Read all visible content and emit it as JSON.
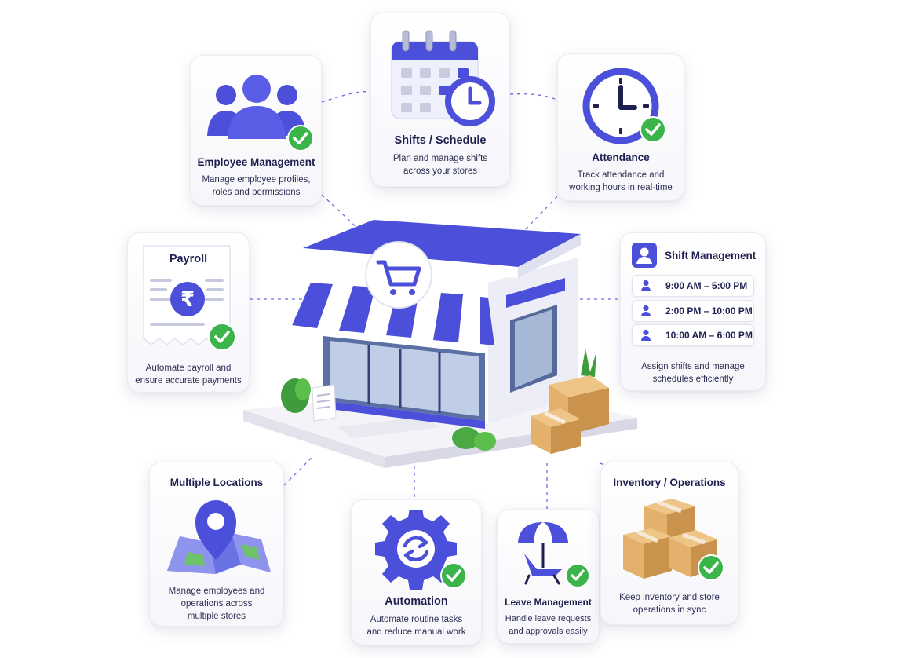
{
  "cards": {
    "employee": {
      "title": "Employee Management",
      "desc1": "Manage employee profiles,",
      "desc2": "roles and permissions"
    },
    "shifts": {
      "title": "Shifts / Schedule",
      "desc1": "Plan and manage shifts",
      "desc2": "across your stores"
    },
    "attendance": {
      "title": "Attendance",
      "desc1": "Track attendance and",
      "desc2": "working hours in real-time"
    },
    "payroll": {
      "title": "Payroll",
      "desc1": "Automate payroll and",
      "desc2": "ensure accurate payments"
    },
    "shift_mgmt": {
      "title": "Shift Management",
      "rows": [
        "9:00 AM – 5:00 PM",
        "2:00 PM – 10:00 PM",
        "10:00 AM – 6:00 PM"
      ],
      "desc1": "Assign shifts and manage",
      "desc2": "schedules efficiently"
    },
    "locations": {
      "title": "Multiple Locations",
      "desc1": "Manage employees and",
      "desc2": "operations across",
      "desc3": "multiple stores"
    },
    "automation": {
      "title": "Automation",
      "desc1": "Automate routine tasks",
      "desc2": "and reduce manual work"
    },
    "leave": {
      "title": "Leave Management",
      "desc1": "Handle leave requests",
      "desc2": "and approvals easily"
    },
    "inventory": {
      "title": "Inventory / Operations",
      "desc1": "Keep inventory and store",
      "desc2": "operations in sync"
    }
  },
  "colors": {
    "primary": "#4b4fd9",
    "primary_dark": "#3a3dc0",
    "check": "#3bb54a",
    "box": "#e3b16c",
    "text": "#1e2050"
  },
  "icons": {
    "employee": "group-icon",
    "shifts": "calendar-clock-icon",
    "attendance": "clock-icon",
    "payroll": "rupee-receipt-icon",
    "shift_mgmt": "user-icon",
    "locations": "map-pin-icon",
    "automation": "gear-sync-icon",
    "leave": "beach-chair-icon",
    "inventory": "boxes-icon",
    "center": "store-icon"
  }
}
